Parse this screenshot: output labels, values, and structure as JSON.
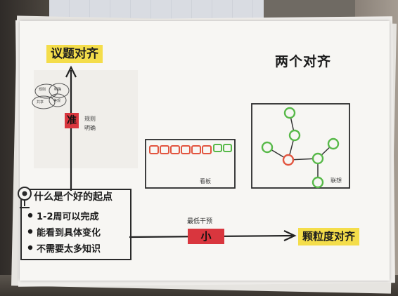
{
  "top_left_title": "议题对齐",
  "top_right_title": "两个对齐",
  "accurate_badge": "准",
  "accurate_note_line1": "规则",
  "accurate_note_line2": "明确",
  "venn_labels": [
    "规则",
    "明确",
    "共享",
    "美观"
  ],
  "board_label": "看板",
  "graph_label": "联想",
  "start_heading": "什么是个好的起点",
  "start_points": [
    "1-2周可以完成",
    "能看到具体变化",
    "不需要太多知识"
  ],
  "small_label": "最低干预",
  "small_badge": "小",
  "bottom_right_title": "颗粒度对齐",
  "colors": {
    "highlight_yellow": "#f4dd4a",
    "badge_red": "#d9363e",
    "orange_square": "#e2553f",
    "green_node": "#57b948"
  }
}
